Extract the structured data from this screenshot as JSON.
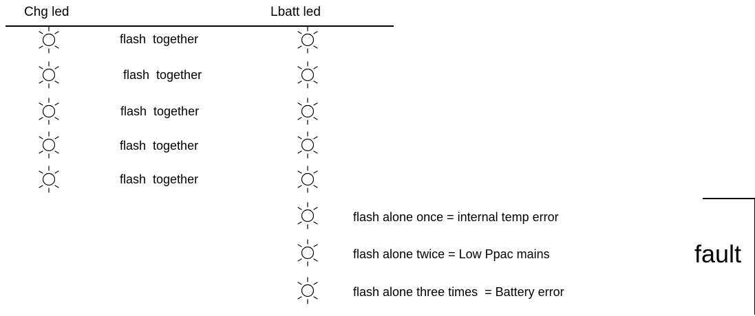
{
  "headers": {
    "chg": "Chg led",
    "lbatt": "Lbatt led"
  },
  "paired_rows": [
    {
      "label": "flash  together"
    },
    {
      "label": "flash  together"
    },
    {
      "label": "flash  together"
    },
    {
      "label": "flash  together"
    },
    {
      "label": "flash  together"
    }
  ],
  "solo_rows": [
    {
      "label": "flash alone once = internal temp error"
    },
    {
      "label": "flash alone twice = Low Ppac mains"
    },
    {
      "label": "flash alone three times  = Battery error"
    }
  ],
  "fault_label": "fault",
  "icons": {
    "led": "led-light-icon"
  },
  "colors": {
    "ink": "#000000",
    "background": "#ffffff"
  }
}
